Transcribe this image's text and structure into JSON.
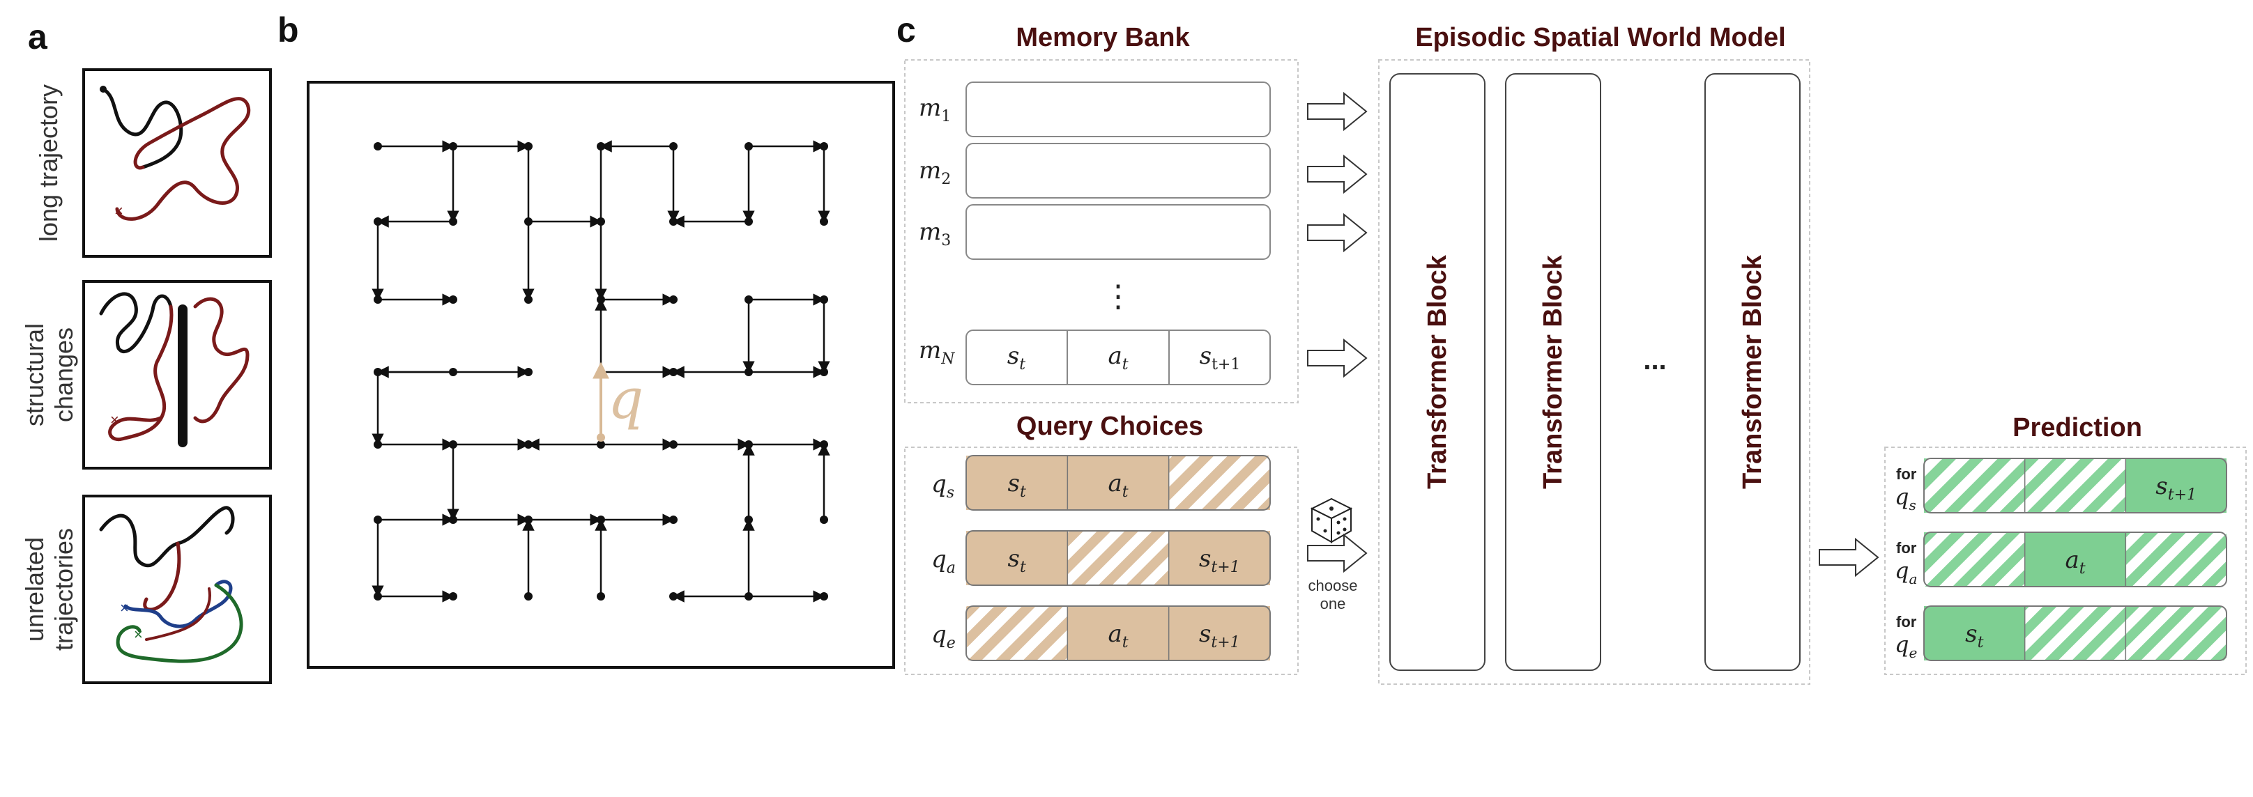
{
  "panel_a": {
    "label": "a",
    "box_labels": [
      [
        "long trajectory"
      ],
      [
        "structural",
        "changes"
      ],
      [
        "unrelated",
        "trajectories"
      ]
    ]
  },
  "panel_b": {
    "label": "b",
    "query_label": "q"
  },
  "panel_c": {
    "label": "c",
    "memory_bank": {
      "title": "Memory Bank",
      "rows": [
        {
          "symbol": "m",
          "sub": "1"
        },
        {
          "symbol": "m",
          "sub": "2"
        },
        {
          "symbol": "m",
          "sub": "3"
        }
      ],
      "ellipsis": "⋮",
      "last_row": {
        "symbol": "m",
        "sub": "N",
        "cells": [
          {
            "symbol": "s",
            "sub": "t"
          },
          {
            "symbol": "a",
            "sub": "t"
          },
          {
            "symbol": "s",
            "sub": "t+1"
          }
        ]
      }
    },
    "query_choices": {
      "title": "Query Choices",
      "rows": [
        {
          "symbol": "q",
          "sub": "s",
          "cells": [
            {
              "symbol": "s",
              "sub": "t",
              "masked": false
            },
            {
              "symbol": "a",
              "sub": "t",
              "masked": false
            },
            {
              "symbol": "",
              "sub": "",
              "masked": true
            }
          ]
        },
        {
          "symbol": "q",
          "sub": "a",
          "cells": [
            {
              "symbol": "s",
              "sub": "t",
              "masked": false
            },
            {
              "symbol": "",
              "sub": "",
              "masked": true
            },
            {
              "symbol": "s",
              "sub": "t+1",
              "masked": false
            }
          ]
        },
        {
          "symbol": "q",
          "sub": "e",
          "cells": [
            {
              "symbol": "",
              "sub": "",
              "masked": true
            },
            {
              "symbol": "a",
              "sub": "t",
              "masked": false
            },
            {
              "symbol": "s",
              "sub": "t+1",
              "masked": false
            }
          ]
        }
      ],
      "choose_label": [
        "choose",
        "one"
      ]
    },
    "world_model": {
      "title": "Episodic Spatial World Model",
      "blocks": [
        "Transformer Block",
        "Transformer Block",
        "Transformer Block"
      ],
      "ellipsis": "..."
    },
    "prediction": {
      "title": "Prediction",
      "rows": [
        {
          "for_label": "for",
          "symbol": "q",
          "sub": "s",
          "cells": [
            {
              "symbol": "",
              "sub": "",
              "masked": true
            },
            {
              "symbol": "",
              "sub": "",
              "masked": true
            },
            {
              "symbol": "s",
              "sub": "t+1",
              "masked": false
            }
          ]
        },
        {
          "for_label": "for",
          "symbol": "q",
          "sub": "a",
          "cells": [
            {
              "symbol": "",
              "sub": "",
              "masked": true
            },
            {
              "symbol": "a",
              "sub": "t",
              "masked": false
            },
            {
              "symbol": "",
              "sub": "",
              "masked": true
            }
          ]
        },
        {
          "for_label": "for",
          "symbol": "q",
          "sub": "e",
          "cells": [
            {
              "symbol": "s",
              "sub": "t",
              "masked": false
            },
            {
              "symbol": "",
              "sub": "",
              "masked": true
            },
            {
              "symbol": "",
              "sub": "",
              "masked": true
            }
          ]
        }
      ]
    }
  },
  "colors": {
    "title_dark_red": "#4a1010",
    "tan": "#dcc0a0",
    "tan_stripe": "#d8b996",
    "green": "#7ecf92",
    "green_stripe": "#8fd8a2",
    "query_tan": "#e4cfb2",
    "traj_dark_red": "#7a1a1a",
    "traj_blue": "#1f3f8a",
    "traj_green": "#1f6a2a"
  }
}
